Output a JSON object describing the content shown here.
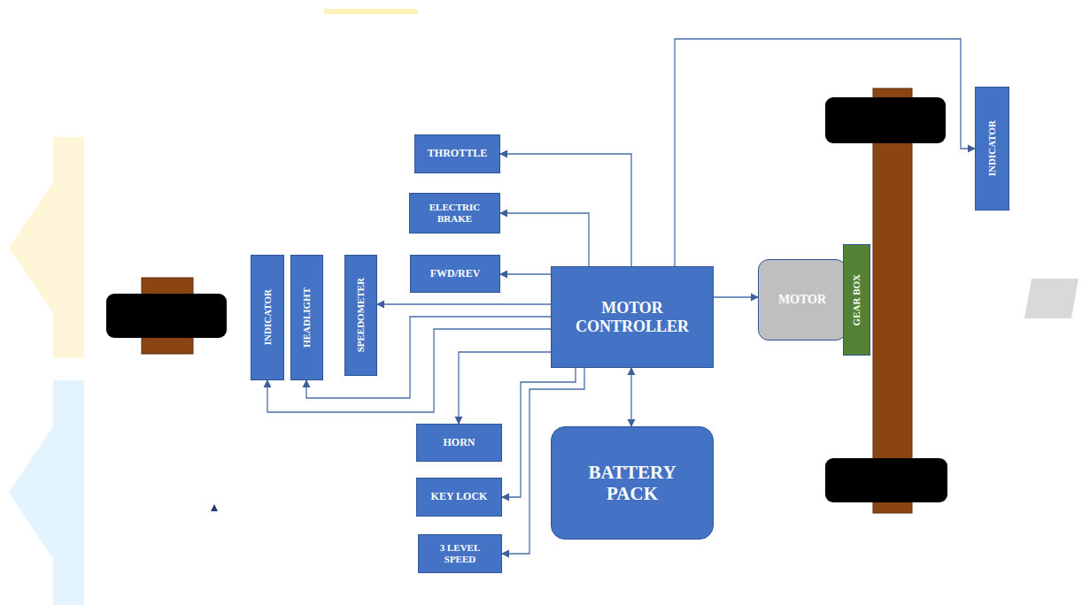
{
  "diagram": {
    "nodes": [
      {
        "text": [
          "THROTTLE"
        ]
      },
      {
        "text": [
          "ELECTRIC BRAKE"
        ]
      },
      {
        "text": [
          "FWD/REV"
        ]
      },
      {
        "text": [
          "INDICATOR"
        ]
      },
      {
        "text": [
          "HEADLIGHT"
        ]
      },
      {
        "text": [
          "SPEEDOMETER"
        ]
      },
      {
        "text": [
          "MOTOR CONTROLLER"
        ]
      },
      {
        "text": [
          "MOTOR"
        ]
      },
      {
        "text": [
          "GEAR BOX"
        ]
      },
      {
        "text": [
          "INDICATOR"
        ]
      },
      {
        "text": [
          "HORN"
        ]
      },
      {
        "text": [
          "KEY LOCK"
        ]
      },
      {
        "text": [
          "BATTERY PACK"
        ]
      },
      {
        "text": [
          "3 LEVEL SPEED"
        ]
      }
    ],
    "edges": [
      {
        "from": 6,
        "to": 0,
        "arrow": "to"
      },
      {
        "from": 6,
        "to": 1,
        "arrow": "to"
      },
      {
        "from": 6,
        "to": 2,
        "arrow": "to"
      },
      {
        "from": 6,
        "to": 5,
        "arrow": "to"
      },
      {
        "from": 6,
        "to": 3,
        "arrow": "to"
      },
      {
        "from": 6,
        "to": 4,
        "arrow": "to"
      },
      {
        "from": 6,
        "to": 10,
        "arrow": "to"
      },
      {
        "from": 6,
        "to": 11,
        "arrow": "to"
      },
      {
        "from": 6,
        "to": 13,
        "arrow": "to"
      },
      {
        "from": 6,
        "to": 7,
        "arrow": "to"
      },
      {
        "from": 6,
        "to": 9,
        "arrow": "to"
      },
      {
        "from": 12,
        "to": 6,
        "arrow": "both"
      }
    ]
  }
}
